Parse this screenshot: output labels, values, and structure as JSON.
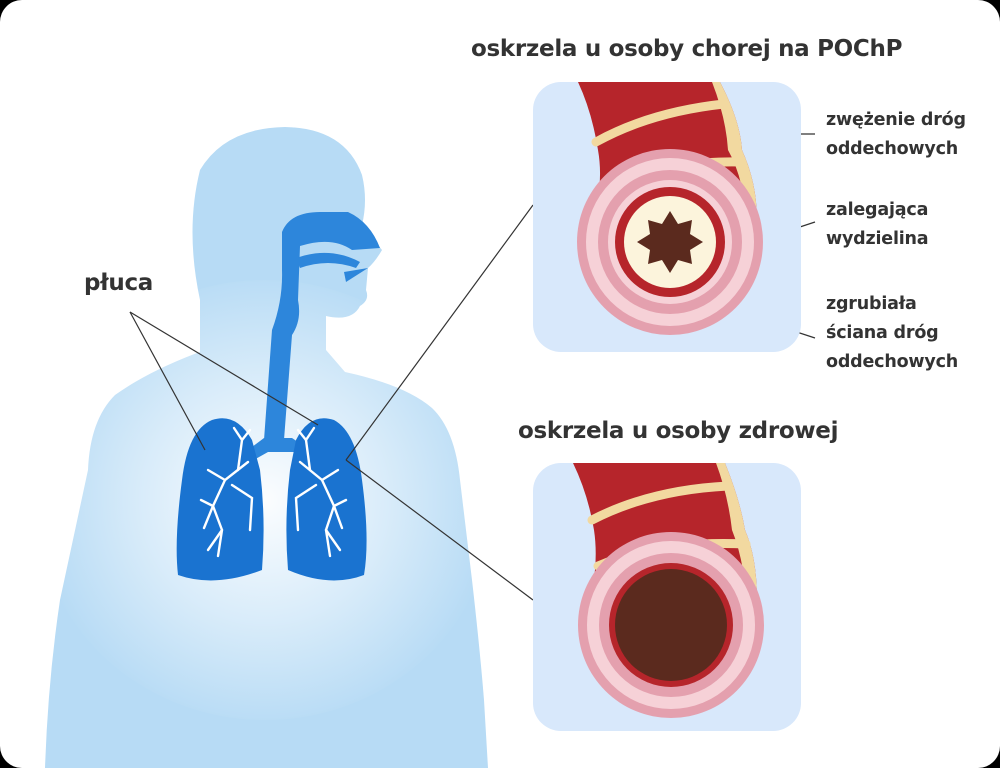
{
  "labels": {
    "lungs": "płuca",
    "copd_title": "oskrzela u osoby chorej na POChP",
    "healthy_title": "oskrzela u osoby zdrowej",
    "narrowing": [
      "zwężenie dróg",
      "oddechowych"
    ],
    "secretion": [
      "zalegająca",
      "wydzielina"
    ],
    "thickened_wall": [
      "zgrubiała",
      "ściana dróg",
      "oddechowych"
    ]
  },
  "colors": {
    "text": "#333333",
    "body_silhouette": "#b7dbf5",
    "panel": "#d8e8fb",
    "lungs": "#1a73d0",
    "airway": "#2d86db",
    "bronchus_red": "#b6252b",
    "bronchus_cream": "#f2d9a0",
    "wall_pink": "#e4a0ae",
    "mucus": "#5b2a1e"
  }
}
